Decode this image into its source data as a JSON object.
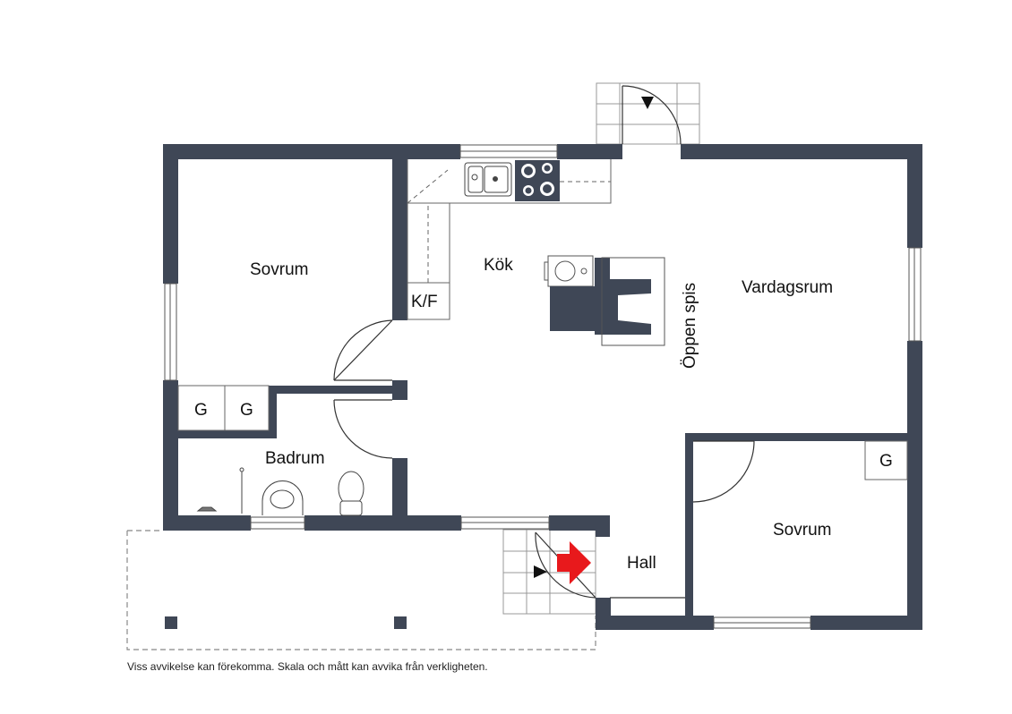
{
  "colors": {
    "wall": "#3f4756",
    "entrance_marker": "#e8191c",
    "background": "#ffffff"
  },
  "rooms": {
    "sovrum_left": "Sovrum",
    "kok": "Kök",
    "vardagsrum": "Vardagsrum",
    "oppen_spis": "Öppen spis",
    "badrum": "Badrum",
    "hall": "Hall",
    "sovrum_right": "Sovrum"
  },
  "fixtures": {
    "kf": "K/F",
    "g1": "G",
    "g2": "G",
    "g3": "G"
  },
  "icons": {
    "entrance": "red-arrow-icon",
    "door_arrow": "black-triangle-icon"
  },
  "disclaimer": "Viss avvikelse kan förekomma. Skala och mått kan avvika från verkligheten."
}
